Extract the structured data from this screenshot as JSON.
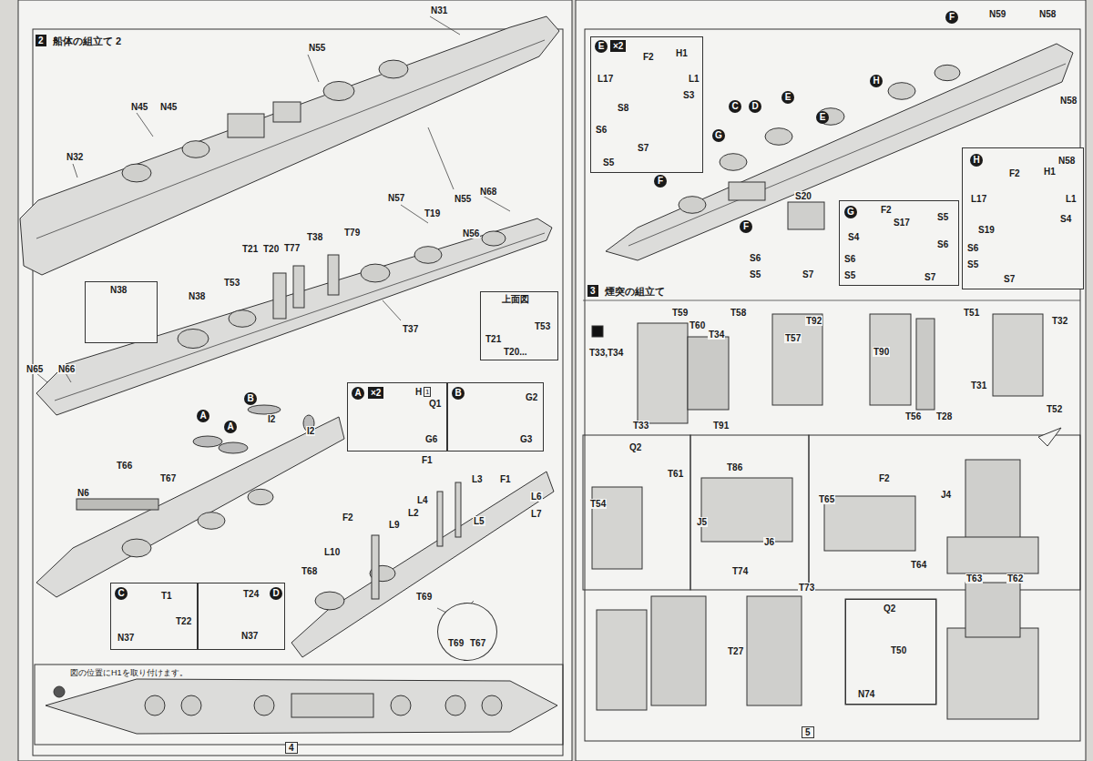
{
  "diagram": {
    "nodes": [
      {
        "text": [
          "2",
          "船体の組立て 2"
        ]
      },
      {
        "text": [
          "N38"
        ]
      },
      {
        "text": [
          "上面図",
          "T21",
          "T53",
          "T20..."
        ]
      },
      {
        "text": [
          "A",
          "×2",
          "H",
          "1",
          "Q1",
          "G6"
        ]
      },
      {
        "text": [
          "B",
          "G2",
          "G3"
        ]
      },
      {
        "text": [
          "C",
          "T1",
          "T22",
          "N37"
        ]
      },
      {
        "text": [
          "D",
          "T24",
          "N37"
        ]
      },
      {
        "text": [
          "T69",
          "T67"
        ]
      },
      {
        "text": [
          "E",
          "×2",
          "F2",
          "H1",
          "L17",
          "L1",
          "S3",
          "S8",
          "S6",
          "S7",
          "S5"
        ]
      },
      {
        "text": [
          "G",
          "F2",
          "S17",
          "S5",
          "S4",
          "S6",
          "S6",
          "S5",
          "S7"
        ]
      },
      {
        "text": [
          "H",
          "N58",
          "F2",
          "H1",
          "L17",
          "L1",
          "S4",
          "S19",
          "S6",
          "S5",
          "S7"
        ]
      },
      {
        "text": [
          "3",
          "煙突の組立て"
        ]
      },
      {
        "text": [
          "Q2",
          "T50",
          "N74"
        ]
      }
    ],
    "labels": [
      "N55",
      "N31",
      "N45",
      "N45",
      "N32",
      "N55",
      "N57",
      "N68",
      "T19",
      "N56",
      "T79",
      "T38",
      "T77",
      "T20",
      "T21",
      "T53",
      "N38",
      "T37",
      "N65",
      "N66",
      "A",
      "A",
      "B",
      "I2",
      "I2",
      "T66",
      "T67",
      "N6",
      "F1",
      "L3",
      "F1",
      "L4",
      "L2",
      "L6",
      "L5",
      "L7",
      "F2",
      "L9",
      "L10",
      "T68",
      "T69",
      "図の位置にH1を取り付けます。",
      "4",
      "H",
      "F",
      "E",
      "E",
      "C",
      "D",
      "G",
      "F",
      "N59",
      "N58",
      "N58",
      "F",
      "S20",
      "S6",
      "S5",
      "S7",
      "T59",
      "T60",
      "T34",
      "T33,T34",
      "T33",
      "T58",
      "T57",
      "T92",
      "T91",
      "T90",
      "T56",
      "T28",
      "T51",
      "T32",
      "T31",
      "T52",
      "Q2",
      "T61",
      "T54",
      "T86",
      "J5",
      "J6",
      "T65",
      "F2",
      "J4",
      "T64",
      "T63",
      "T62",
      "T74",
      "T73",
      "T27",
      "5"
    ]
  }
}
